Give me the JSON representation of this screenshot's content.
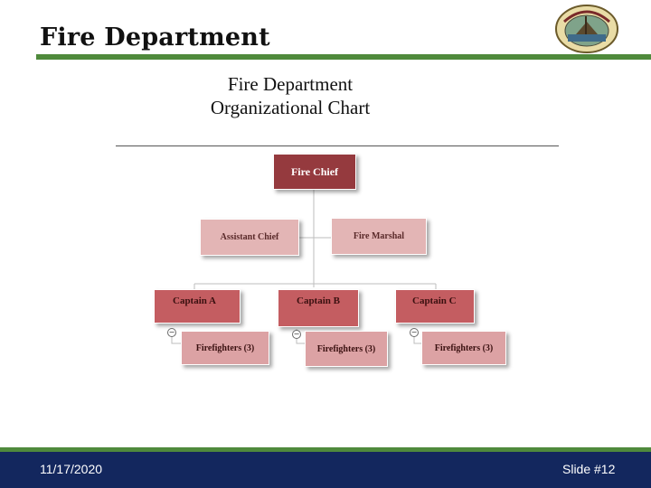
{
  "slide": {
    "title": "Fire Department",
    "date": "11/17/2020",
    "slide_number": "Slide #12"
  },
  "logo": {
    "icon": "city-seal-logo"
  },
  "chart": {
    "title_line1": "Fire Department",
    "title_line2": "Organizational Chart"
  },
  "org": {
    "chief": "Fire Chief",
    "assistant_chief": "Assistant Chief",
    "fire_marshal": "Fire Marshal",
    "captains": [
      {
        "label": "Captain A",
        "team": "Firefighters (3)"
      },
      {
        "label": "Captain B",
        "team": "Firefighters (3)"
      },
      {
        "label": "Captain C",
        "team": "Firefighters (3)"
      }
    ],
    "collapse_symbol": "−"
  },
  "colors": {
    "accent_green": "#4f8a3c",
    "footer_navy": "#13275e",
    "chief_red": "#953a3e",
    "captain_red": "#c45d61",
    "pink": "#dca2a4"
  }
}
